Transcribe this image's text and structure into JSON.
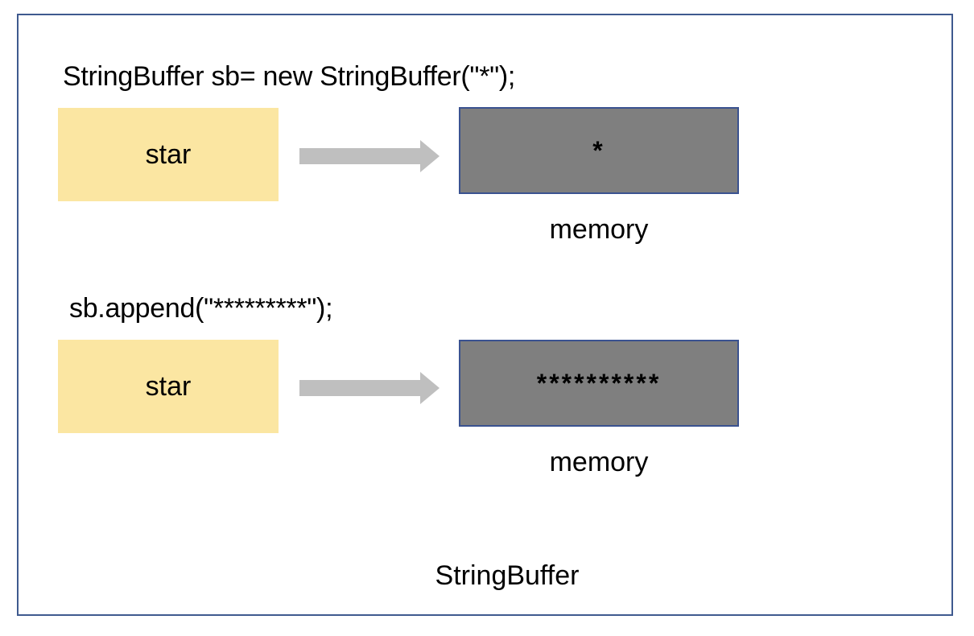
{
  "diagram": {
    "title": "StringBuffer",
    "colors": {
      "frame_border": "#3f5a8f",
      "variable_fill": "#fbe6a2",
      "memory_fill": "#7f7f7f",
      "memory_border": "#3a5290",
      "arrow": "#bfbfbf"
    },
    "steps": [
      {
        "code": "StringBuffer sb= new StringBuffer(\"*\");",
        "variable": "star",
        "memory_value": "*",
        "memory_label": "memory"
      },
      {
        "code": "sb.append(\"*********\");",
        "variable": "star",
        "memory_value": "**********",
        "memory_label": "memory"
      }
    ]
  }
}
